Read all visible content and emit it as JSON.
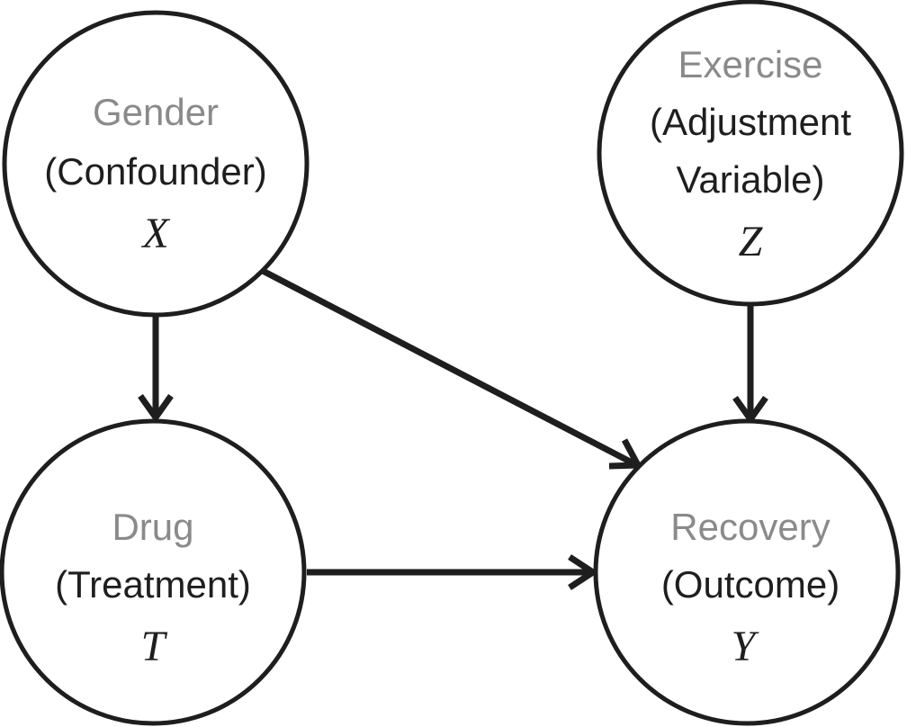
{
  "nodes": {
    "gender": {
      "name": "Gender",
      "role_line1": "(Confounder)",
      "symbol": "X"
    },
    "exercise": {
      "name": "Exercise",
      "role_line1": "(Adjustment",
      "role_line2": "Variable)",
      "symbol": "Z"
    },
    "drug": {
      "name": "Drug",
      "role_line1": "(Treatment)",
      "symbol": "T"
    },
    "recovery": {
      "name": "Recovery",
      "role_line1": "(Outcome)",
      "symbol": "Y"
    }
  },
  "edges": [
    {
      "from": "X",
      "to": "T"
    },
    {
      "from": "X",
      "to": "Y"
    },
    {
      "from": "Z",
      "to": "Y"
    },
    {
      "from": "T",
      "to": "Y"
    }
  ],
  "colors": {
    "name_text": "#8a8a8a",
    "stroke": "#1e1e1e",
    "background": "#ffffff"
  }
}
